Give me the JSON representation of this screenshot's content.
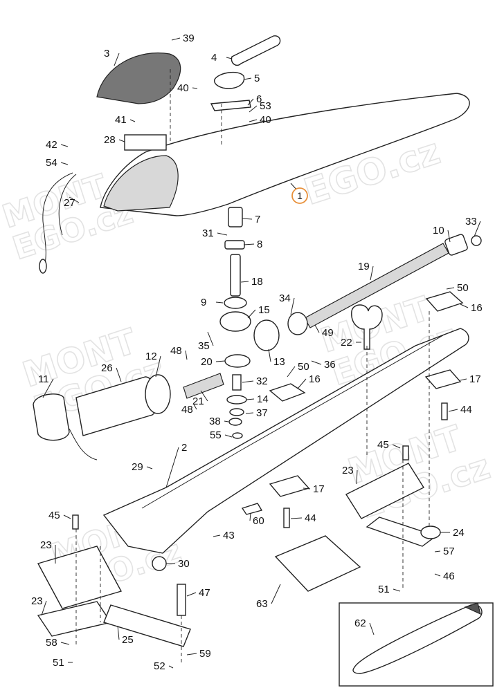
{
  "watermark": {
    "line1": "MONT",
    "line2": "EGO.cz"
  },
  "highlight_color": "#e8903a",
  "badge": {
    "label": "1"
  },
  "parts": [
    {
      "id": "p2",
      "label": "2"
    },
    {
      "id": "p3",
      "label": "3"
    },
    {
      "id": "p4",
      "label": "4"
    },
    {
      "id": "p5",
      "label": "5"
    },
    {
      "id": "p6",
      "label": "6"
    },
    {
      "id": "p7",
      "label": "7"
    },
    {
      "id": "p8",
      "label": "8"
    },
    {
      "id": "p9",
      "label": "9"
    },
    {
      "id": "p10",
      "label": "10"
    },
    {
      "id": "p11",
      "label": "11"
    },
    {
      "id": "p12",
      "label": "12"
    },
    {
      "id": "p13",
      "label": "13"
    },
    {
      "id": "p14",
      "label": "14"
    },
    {
      "id": "p15",
      "label": "15"
    },
    {
      "id": "p16a",
      "label": "16"
    },
    {
      "id": "p16b",
      "label": "16"
    },
    {
      "id": "p17a",
      "label": "17"
    },
    {
      "id": "p17b",
      "label": "17"
    },
    {
      "id": "p18",
      "label": "18"
    },
    {
      "id": "p19",
      "label": "19"
    },
    {
      "id": "p20",
      "label": "20"
    },
    {
      "id": "p21",
      "label": "21"
    },
    {
      "id": "p22",
      "label": "22"
    },
    {
      "id": "p23a",
      "label": "23"
    },
    {
      "id": "p23b",
      "label": "23"
    },
    {
      "id": "p23c",
      "label": "23"
    },
    {
      "id": "p24",
      "label": "24"
    },
    {
      "id": "p25",
      "label": "25"
    },
    {
      "id": "p26",
      "label": "26"
    },
    {
      "id": "p27",
      "label": "27"
    },
    {
      "id": "p28",
      "label": "28"
    },
    {
      "id": "p29",
      "label": "29"
    },
    {
      "id": "p30",
      "label": "30"
    },
    {
      "id": "p31",
      "label": "31"
    },
    {
      "id": "p32",
      "label": "32"
    },
    {
      "id": "p33",
      "label": "33"
    },
    {
      "id": "p34",
      "label": "34"
    },
    {
      "id": "p35",
      "label": "35"
    },
    {
      "id": "p36",
      "label": "36"
    },
    {
      "id": "p37",
      "label": "37"
    },
    {
      "id": "p38",
      "label": "38"
    },
    {
      "id": "p39",
      "label": "39"
    },
    {
      "id": "p40a",
      "label": "40"
    },
    {
      "id": "p40b",
      "label": "40"
    },
    {
      "id": "p41",
      "label": "41"
    },
    {
      "id": "p42",
      "label": "42"
    },
    {
      "id": "p43",
      "label": "43"
    },
    {
      "id": "p44a",
      "label": "44"
    },
    {
      "id": "p44b",
      "label": "44"
    },
    {
      "id": "p45a",
      "label": "45"
    },
    {
      "id": "p45b",
      "label": "45"
    },
    {
      "id": "p46",
      "label": "46"
    },
    {
      "id": "p47",
      "label": "47"
    },
    {
      "id": "p48a",
      "label": "48"
    },
    {
      "id": "p48b",
      "label": "48"
    },
    {
      "id": "p49",
      "label": "49"
    },
    {
      "id": "p50a",
      "label": "50"
    },
    {
      "id": "p50b",
      "label": "50"
    },
    {
      "id": "p51a",
      "label": "51"
    },
    {
      "id": "p51b",
      "label": "51"
    },
    {
      "id": "p52",
      "label": "52"
    },
    {
      "id": "p53",
      "label": "53"
    },
    {
      "id": "p54",
      "label": "54"
    },
    {
      "id": "p55",
      "label": "55"
    },
    {
      "id": "p57",
      "label": "57"
    },
    {
      "id": "p58",
      "label": "58"
    },
    {
      "id": "p59",
      "label": "59"
    },
    {
      "id": "p60",
      "label": "60"
    },
    {
      "id": "p62",
      "label": "62"
    },
    {
      "id": "p63",
      "label": "63"
    }
  ]
}
